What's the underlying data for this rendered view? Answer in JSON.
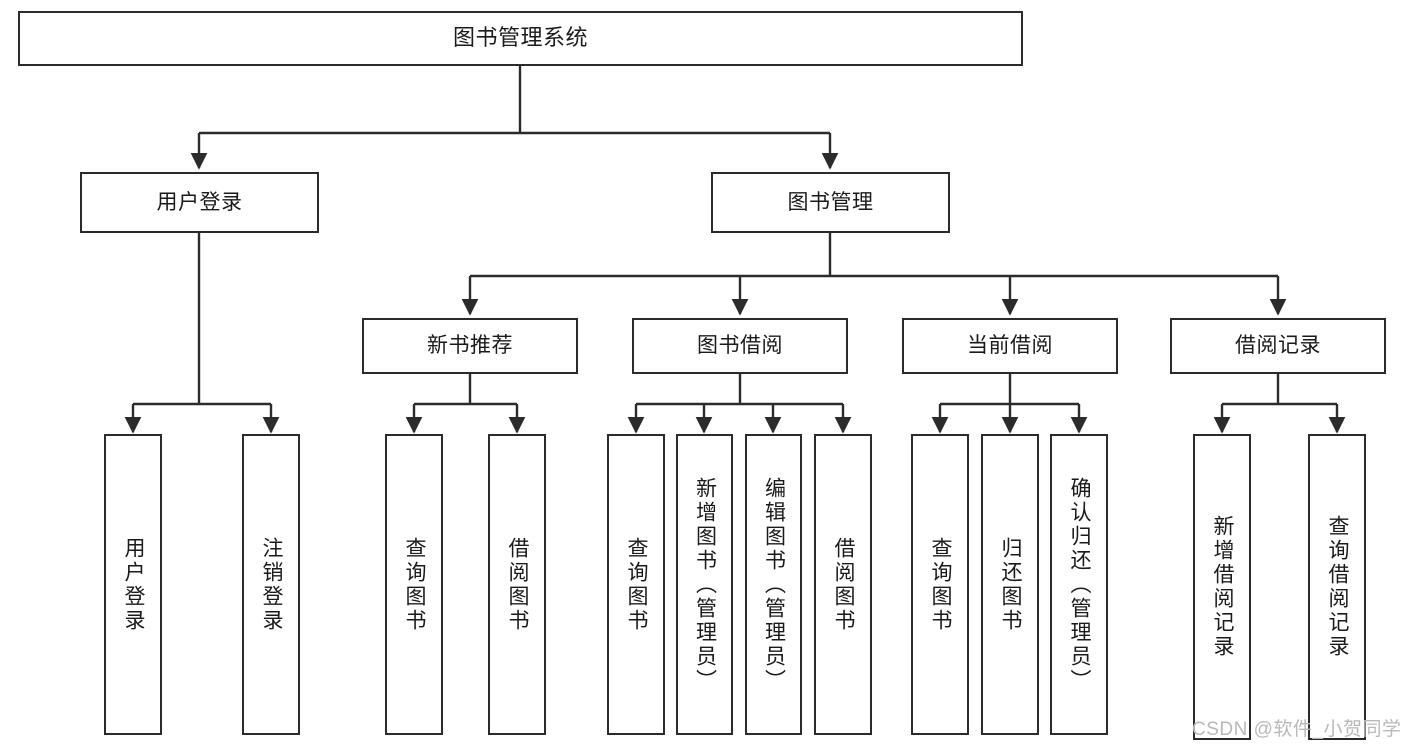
{
  "diagram": {
    "type": "hierarchy-tree",
    "title": "图书管理系统",
    "watermark": "CSDN @软件_小贺同学",
    "colors": {
      "box_border": "#2b2b2b",
      "box_fill": "#ffffff",
      "edge": "#2b2b2b",
      "text": "#1a1a1a",
      "watermark": "#b9b9b9",
      "background": "#ffffff"
    },
    "nodes": {
      "root": {
        "label": "图书管理系统"
      },
      "level1": [
        {
          "label": "用户登录"
        },
        {
          "label": "图书管理"
        }
      ],
      "level2": [
        {
          "label": "新书推荐"
        },
        {
          "label": "图书借阅"
        },
        {
          "label": "当前借阅"
        },
        {
          "label": "借阅记录"
        }
      ],
      "leaves": {
        "user_login": [
          {
            "label": "用户登录"
          },
          {
            "label": "注销登录"
          }
        ],
        "new_book_recommend": [
          {
            "label": "查询图书"
          },
          {
            "label": "借阅图书"
          }
        ],
        "book_borrow": [
          {
            "label": "查询图书"
          },
          {
            "label": "新增图书（管理员）"
          },
          {
            "label": "编辑图书（管理员）"
          },
          {
            "label": "借阅图书"
          }
        ],
        "current_borrow": [
          {
            "label": "查询图书"
          },
          {
            "label": "归还图书"
          },
          {
            "label": "确认归还（管理员）"
          }
        ],
        "borrow_record": [
          {
            "label": "新增借阅记录"
          },
          {
            "label": "查询借阅记录"
          }
        ]
      }
    }
  }
}
